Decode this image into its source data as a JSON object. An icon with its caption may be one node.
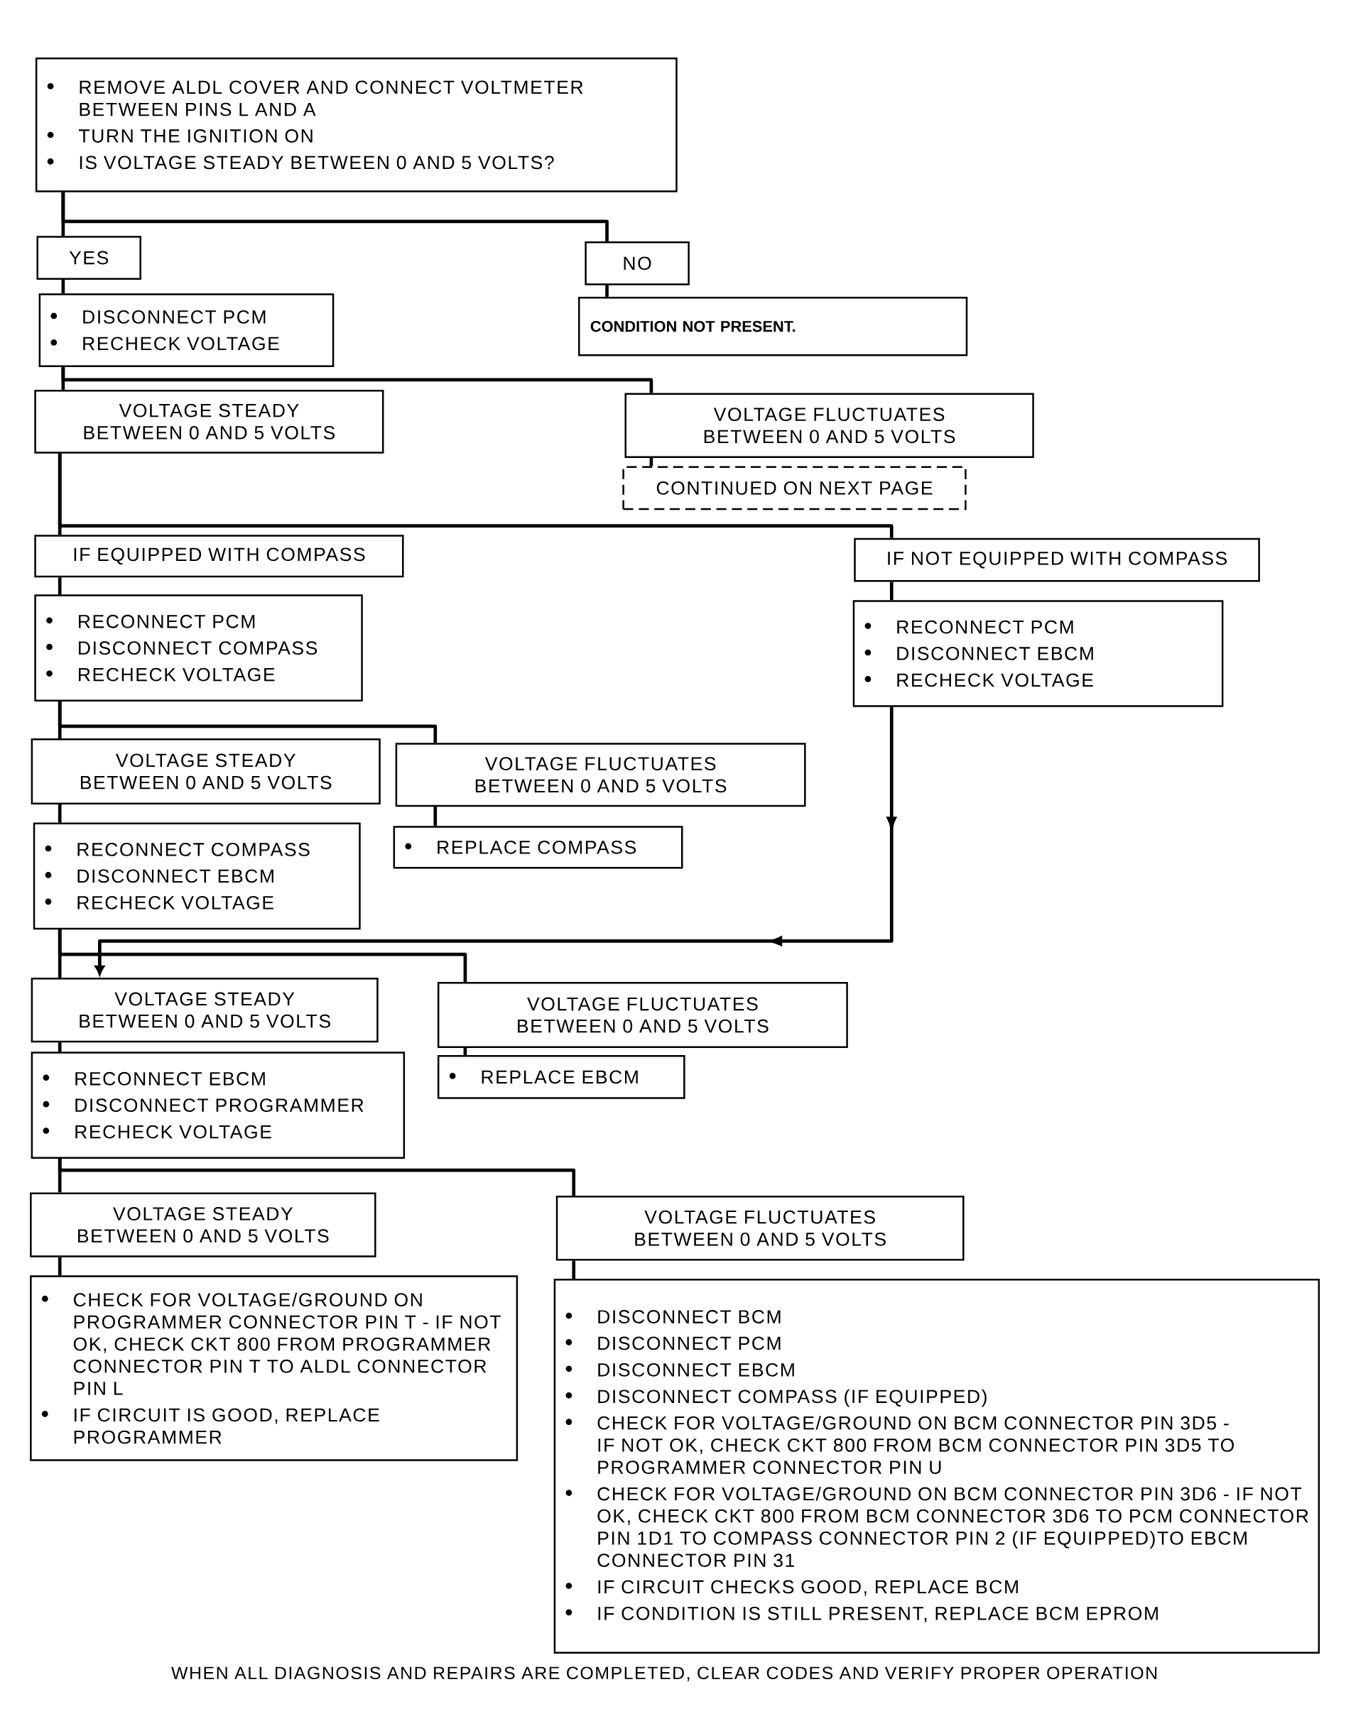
{
  "diagram": {
    "nodes": [
      {
        "text": [
          "REMOVE ALDL COVER AND CONNECT VOLTMETER BETWEEN PINS L AND A",
          "TURN THE IGNITION ON",
          "IS VOLTAGE STEADY BETWEEN 0 AND 5 VOLTS?"
        ]
      },
      {
        "text": [
          "YES"
        ]
      },
      {
        "text": [
          "NO"
        ]
      },
      {
        "text": [
          "DISCONNECT PCM",
          "RECHECK VOLTAGE"
        ]
      },
      {
        "text": [
          "CONDITION NOT PRESENT."
        ]
      },
      {
        "text": [
          "VOLTAGE STEADY BETWEEN 0 AND 5 VOLTS"
        ]
      },
      {
        "text": [
          "VOLTAGE FLUCTUATES BETWEEN 0 AND 5 VOLTS"
        ]
      },
      {
        "text": [
          "CONTINUED ON NEXT PAGE"
        ]
      },
      {
        "text": [
          "IF EQUIPPED WITH COMPASS"
        ]
      },
      {
        "text": [
          "IF NOT EQUIPPED WITH COMPASS"
        ]
      },
      {
        "text": [
          "RECONNECT PCM",
          "DISCONNECT COMPASS",
          "RECHECK VOLTAGE"
        ]
      },
      {
        "text": [
          "RECONNECT PCM",
          "DISCONNECT EBCM",
          "RECHECK VOLTAGE"
        ]
      },
      {
        "text": [
          "VOLTAGE STEADY BETWEEN 0 AND 5 VOLTS"
        ]
      },
      {
        "text": [
          "VOLTAGE FLUCTUATES BETWEEN 0 AND 5 VOLTS"
        ]
      },
      {
        "text": [
          "RECONNECT COMPASS",
          "DISCONNECT EBCM",
          "RECHECK VOLTAGE"
        ]
      },
      {
        "text": [
          "REPLACE COMPASS"
        ]
      },
      {
        "text": [
          "VOLTAGE STEADY BETWEEN 0 AND 5 VOLTS"
        ]
      },
      {
        "text": [
          "VOLTAGE FLUCTUATES BETWEEN 0 AND 5 VOLTS"
        ]
      },
      {
        "text": [
          "RECONNECT EBCM",
          "DISCONNECT PROGRAMMER",
          "RECHECK VOLTAGE"
        ]
      },
      {
        "text": [
          "REPLACE EBCM"
        ]
      },
      {
        "text": [
          "VOLTAGE STEADY BETWEEN 0 AND 5 VOLTS"
        ]
      },
      {
        "text": [
          "VOLTAGE FLUCTUATES BETWEEN 0 AND 5 VOLTS"
        ]
      },
      {
        "text": [
          "CHECK FOR VOLTAGE/GROUND ON PROGRAMMER CONNECTOR PIN T - IF NOT OK, CHECK CKT 800 FROM PROGRAMMER CONNECTOR PIN T TO ALDL CONNECTOR PIN L",
          "IF CIRCUIT IS GOOD, REPLACE PROGRAMMER"
        ]
      },
      {
        "text": [
          "DISCONNECT BCM",
          "DISCONNECT PCM",
          "DISCONNECT EBCM",
          "DISCONNECT COMPASS (IF EQUIPPED)",
          "CHECK FOR VOLTAGE/GROUND ON BCM CONNECTOR PIN 3D5 - IF NOT OK, CHECK CKT 800 FROM BCM CONNECTOR PIN 3D5 TO PROGRAMMER CONNECTOR PIN U",
          "CHECK FOR VOLTAGE/GROUND ON BCM CONNECTOR PIN 3D6 - IF NOT OK, CHECK CKT 800 FROM BCM CONNECTOR 3D6 TO PCM CONNECTOR PIN 1D1 TO COMPASS CONNECTOR PIN 2 (IF EQUIPPED)TO EBCM CONNECTOR PIN 31",
          "IF CIRCUIT CHECKS GOOD, REPLACE BCM",
          "IF CONDITION IS STILL PRESENT, REPLACE BCM EPROM"
        ]
      }
    ],
    "edges": [
      {
        "from": 0,
        "to": 1,
        "arrow": "none"
      },
      {
        "from": 0,
        "to": 2,
        "arrow": "none"
      },
      {
        "from": 1,
        "to": 3,
        "arrow": "none"
      },
      {
        "from": 2,
        "to": 4,
        "arrow": "none"
      },
      {
        "from": 3,
        "to": 5,
        "arrow": "none"
      },
      {
        "from": 3,
        "to": 6,
        "arrow": "none"
      },
      {
        "from": 6,
        "to": 7,
        "arrow": "none"
      },
      {
        "from": 5,
        "to": 8,
        "arrow": "none"
      },
      {
        "from": 5,
        "to": 9,
        "arrow": "none"
      },
      {
        "from": 8,
        "to": 10,
        "arrow": "none"
      },
      {
        "from": 9,
        "to": 11,
        "arrow": "none"
      },
      {
        "from": 10,
        "to": 12,
        "arrow": "none"
      },
      {
        "from": 10,
        "to": 13,
        "arrow": "none"
      },
      {
        "from": 12,
        "to": 14,
        "arrow": "none"
      },
      {
        "from": 13,
        "to": 15,
        "arrow": "none"
      },
      {
        "from": 14,
        "to": 16,
        "arrow": "none"
      },
      {
        "from": 14,
        "to": 17,
        "arrow": "none"
      },
      {
        "from": 11,
        "to": 16,
        "arrow": "to"
      },
      {
        "from": 16,
        "to": 18,
        "arrow": "none"
      },
      {
        "from": 17,
        "to": 19,
        "arrow": "none"
      },
      {
        "from": 18,
        "to": 20,
        "arrow": "none"
      },
      {
        "from": 18,
        "to": 21,
        "arrow": "none"
      },
      {
        "from": 20,
        "to": 22,
        "arrow": "none"
      },
      {
        "from": 21,
        "to": 23,
        "arrow": "none"
      }
    ],
    "labels": [
      "WHEN ALL DIAGNOSIS AND REPAIRS ARE COMPLETED, CLEAR CODES AND VERIFY PROPER OPERATION"
    ]
  }
}
